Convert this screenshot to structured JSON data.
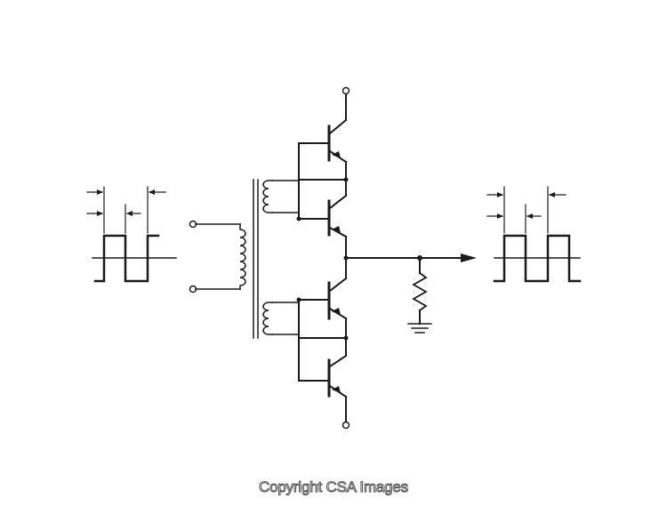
{
  "diagram": {
    "type": "circuit-schematic",
    "components": [
      "input-square-wave",
      "transformer",
      "upper-transistor-pair",
      "lower-transistor-pair",
      "load-resistor",
      "ground",
      "output-square-wave",
      "output-arrow"
    ]
  },
  "watermark": {
    "text": "Copyright CSA Images"
  },
  "colors": {
    "line": "#1a1a1a",
    "background": "#ffffff",
    "watermark_outline": "#555555"
  }
}
